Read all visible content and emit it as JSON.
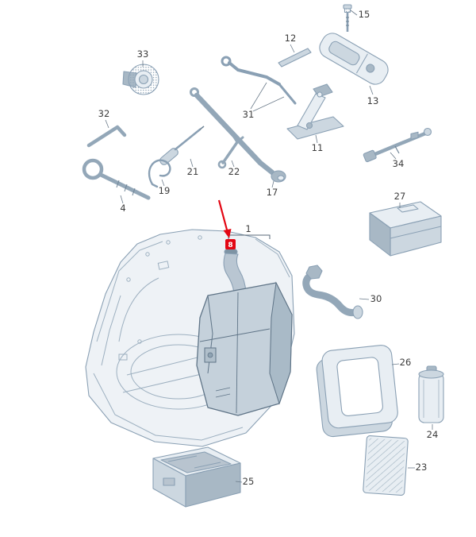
{
  "diagram": {
    "highlight": {
      "label": "8"
    },
    "bracket_label": "1",
    "labels": {
      "p1": "1",
      "p4": "4",
      "p11": "11",
      "p12": "12",
      "p13": "13",
      "p15": "15",
      "p17": "17",
      "p19": "19",
      "p21": "21",
      "p22": "22",
      "p23": "23",
      "p24": "24",
      "p25": "25",
      "p26": "26",
      "p27": "27",
      "p30": "30",
      "p31": "31",
      "p32": "32",
      "p33": "33",
      "p34": "34"
    },
    "colors": {
      "accent": "#e30613",
      "line": "#8aa0b4",
      "fill_light": "#e8eef3",
      "fill_mid": "#ccd7e0",
      "fill_dark": "#a8b8c5",
      "label_text": "#3c3c3c"
    }
  }
}
